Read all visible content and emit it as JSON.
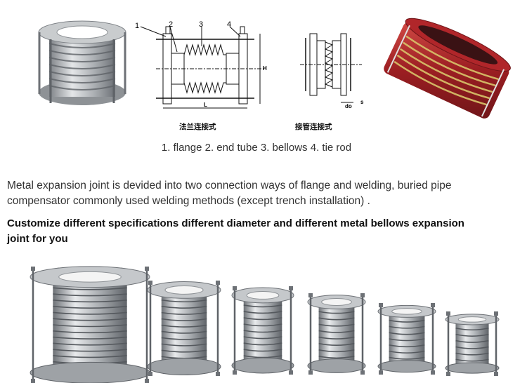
{
  "diagram": {
    "part_numbers": [
      "1",
      "2",
      "3",
      "4"
    ],
    "dimension_labels": {
      "length": "L",
      "height": "H",
      "outer_diameter": "do",
      "thickness": "s"
    },
    "captions": {
      "flange_type": "法兰连接式",
      "welding_type": "接管连接式"
    }
  },
  "legend": "1. flange   2. end tube  3. bellows  4. tie rod",
  "description": "Metal expansion joint is devided into two connection ways of flange and welding, buried pipe compensator commonly used welding methods (except trench installation) .",
  "headline": "Customize different specifications  different diameter and different metal bellows expansion joint for you",
  "colors": {
    "metal": "#b9bcbf",
    "metal_dark": "#7d8186",
    "red_coating": "#b0262a",
    "text": "#333333"
  }
}
